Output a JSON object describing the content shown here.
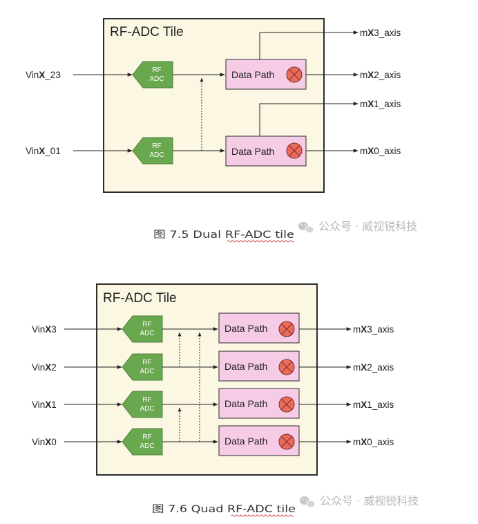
{
  "colors": {
    "tile_fill": "#fbf7e3",
    "tile_border": "#2b2b2b",
    "adc_fill": "#6aa84f",
    "datapath_fill": "#f6cbe6",
    "mixer_fill": "#ea6b5b",
    "watermark": "#b8b8b8",
    "spellcheck": "#d23b3b"
  },
  "figure_dual": {
    "tile_title": "RF-ADC Tile",
    "adc_label_line1": "RF",
    "adc_label_line2": "ADC",
    "datapath_label": "Data Path",
    "inputs": [
      {
        "prefix": "Vin",
        "bold": "X",
        "suffix": "_23"
      },
      {
        "prefix": "Vin",
        "bold": "X",
        "suffix": "_01"
      }
    ],
    "outputs": [
      {
        "prefix": "m",
        "bold": "X",
        "suffix": "3_axis"
      },
      {
        "prefix": "m",
        "bold": "X",
        "suffix": "2_axis"
      },
      {
        "prefix": "m",
        "bold": "X",
        "suffix": "1_axis"
      },
      {
        "prefix": "m",
        "bold": "X",
        "suffix": "0_axis"
      }
    ],
    "caption_prefix": "图 7.5 Dual ",
    "caption_marked": "RF-ADC",
    "caption_suffix": " tile"
  },
  "figure_quad": {
    "tile_title": "RF-ADC Tile",
    "adc_label_line1": "RF",
    "adc_label_line2": "ADC",
    "datapath_label": "Data Path",
    "inputs": [
      {
        "prefix": "Vin",
        "bold": "X",
        "suffix": "3"
      },
      {
        "prefix": "Vin",
        "bold": "X",
        "suffix": "2"
      },
      {
        "prefix": "Vin",
        "bold": "X",
        "suffix": "1"
      },
      {
        "prefix": "Vin",
        "bold": "X",
        "suffix": "0"
      }
    ],
    "outputs": [
      {
        "prefix": "m",
        "bold": "X",
        "suffix": "3_axis"
      },
      {
        "prefix": "m",
        "bold": "X",
        "suffix": "2_axis"
      },
      {
        "prefix": "m",
        "bold": "X",
        "suffix": "1_axis"
      },
      {
        "prefix": "m",
        "bold": "X",
        "suffix": "0_axis"
      }
    ],
    "caption_prefix": "图 7.6 Quad ",
    "caption_marked": "RF-ADC",
    "caption_suffix": " tile"
  },
  "watermark": {
    "icon": "wechat-icon",
    "text": "公众号 · 威视锐科技"
  }
}
